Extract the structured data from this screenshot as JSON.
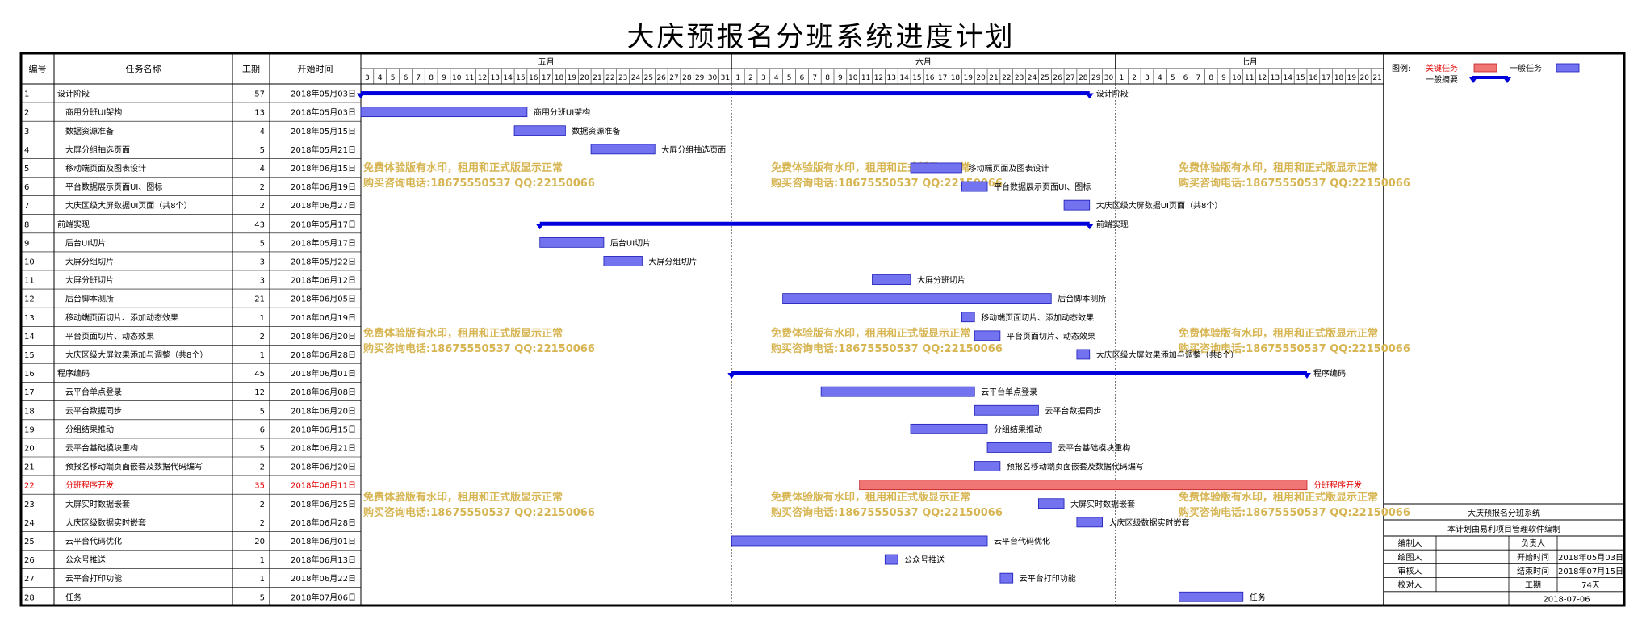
{
  "title": "大庆预报名分班系统进度计划",
  "headers": {
    "no": "编号",
    "name": "任务名称",
    "duration": "工期",
    "start": "开始时间"
  },
  "months": [
    {
      "label": "五月",
      "days": [
        "3",
        "4",
        "5",
        "6",
        "7",
        "8",
        "9",
        "10",
        "11",
        "12",
        "13",
        "14",
        "15",
        "16",
        "17",
        "18",
        "19",
        "20",
        "21",
        "22",
        "23",
        "24",
        "25",
        "26",
        "27",
        "28",
        "29",
        "30",
        "31"
      ]
    },
    {
      "label": "六月",
      "days": [
        "1",
        "2",
        "3",
        "4",
        "5",
        "6",
        "7",
        "8",
        "9",
        "10",
        "11",
        "12",
        "13",
        "14",
        "15",
        "16",
        "17",
        "18",
        "19",
        "20",
        "21",
        "22",
        "23",
        "24",
        "25",
        "26",
        "27",
        "28",
        "29",
        "30"
      ]
    },
    {
      "label": "七月",
      "days": [
        "1",
        "2",
        "3",
        "4",
        "5",
        "6",
        "7",
        "8",
        "9",
        "10",
        "11",
        "12",
        "13",
        "14",
        "15",
        "16",
        "17",
        "18",
        "19",
        "20",
        "21"
      ]
    }
  ],
  "legend": {
    "label": "图例:",
    "critical": "关键任务",
    "normal": "一般任务",
    "summary": "一般摘要"
  },
  "colors": {
    "normal": "#7373f0",
    "normal_edge": "#1b1bb5",
    "critical": "#f07575",
    "critical_edge": "#c02020",
    "summary": "#0000dd",
    "critical_text": "#e00000",
    "watermark": "#d7b552"
  },
  "watermark": {
    "line1": "免费体验版有水印，租用和正式版显示正常",
    "line2": "购买咨询电话:18675550537 QQ:22150066"
  },
  "chart_data": {
    "type": "gantt",
    "time_axis_start": "2018-05-03",
    "time_axis_end": "2018-07-21",
    "tasks": [
      {
        "no": "1",
        "name": "设计阶段",
        "duration": "57",
        "start": "2018年05月03日",
        "start_date": "2018-05-03",
        "end_date": "2018-06-29",
        "kind": "summary",
        "bar_label": "设计阶段"
      },
      {
        "no": "2",
        "name": "商用分班UI架构",
        "duration": "13",
        "start": "2018年05月03日",
        "start_date": "2018-05-03",
        "end_date": "2018-05-16",
        "kind": "normal",
        "bar_label": "商用分班UI架构"
      },
      {
        "no": "3",
        "name": "数据资源准备",
        "duration": "4",
        "start": "2018年05月15日",
        "start_date": "2018-05-15",
        "end_date": "2018-05-19",
        "kind": "normal",
        "bar_label": "数据资源准备"
      },
      {
        "no": "4",
        "name": "大屏分组抽选页面",
        "duration": "5",
        "start": "2018年05月21日",
        "start_date": "2018-05-21",
        "end_date": "2018-05-26",
        "kind": "normal",
        "bar_label": "大屏分组抽选页面"
      },
      {
        "no": "5",
        "name": "移动端页面及图表设计",
        "duration": "4",
        "start": "2018年06月15日",
        "start_date": "2018-06-15",
        "end_date": "2018-06-19",
        "kind": "normal",
        "bar_label": "移动端页面及图表设计"
      },
      {
        "no": "6",
        "name": "平台数据展示页面UI、图标",
        "duration": "2",
        "start": "2018年06月19日",
        "start_date": "2018-06-19",
        "end_date": "2018-06-21",
        "kind": "normal",
        "bar_label": "平台数据展示页面UI、图标"
      },
      {
        "no": "7",
        "name": "大庆区级大屏数据UI页面（共8个）",
        "duration": "2",
        "start": "2018年06月27日",
        "start_date": "2018-06-27",
        "end_date": "2018-06-29",
        "kind": "normal",
        "bar_label": "大庆区级大屏数据UI页面（共8个）"
      },
      {
        "no": "8",
        "name": "前端实现",
        "duration": "43",
        "start": "2018年05月17日",
        "start_date": "2018-05-17",
        "end_date": "2018-06-29",
        "kind": "summary",
        "bar_label": "前端实现"
      },
      {
        "no": "9",
        "name": "后台UI切片",
        "duration": "5",
        "start": "2018年05月17日",
        "start_date": "2018-05-17",
        "end_date": "2018-05-22",
        "kind": "normal",
        "bar_label": "后台UI切片"
      },
      {
        "no": "10",
        "name": "大屏分组切片",
        "duration": "3",
        "start": "2018年05月22日",
        "start_date": "2018-05-22",
        "end_date": "2018-05-25",
        "kind": "normal",
        "bar_label": "大屏分组切片"
      },
      {
        "no": "11",
        "name": "大屏分班切片",
        "duration": "3",
        "start": "2018年06月12日",
        "start_date": "2018-06-12",
        "end_date": "2018-06-15",
        "kind": "normal",
        "bar_label": "大屏分班切片"
      },
      {
        "no": "12",
        "name": "后台脚本测所",
        "duration": "21",
        "start": "2018年06月05日",
        "start_date": "2018-06-05",
        "end_date": "2018-06-26",
        "kind": "normal",
        "bar_label": "后台脚本测所"
      },
      {
        "no": "13",
        "name": "移动端页面切片、添加动态效果",
        "duration": "1",
        "start": "2018年06月19日",
        "start_date": "2018-06-19",
        "end_date": "2018-06-20",
        "kind": "normal",
        "bar_label": "移动端页面切片、添加动态效果"
      },
      {
        "no": "14",
        "name": "平台页面切片、动态效果",
        "duration": "2",
        "start": "2018年06月20日",
        "start_date": "2018-06-20",
        "end_date": "2018-06-22",
        "kind": "normal",
        "bar_label": "平台页面切片、动态效果"
      },
      {
        "no": "15",
        "name": "大庆区级大屏效果添加与调整（共8个）",
        "duration": "1",
        "start": "2018年06月28日",
        "start_date": "2018-06-28",
        "end_date": "2018-06-29",
        "kind": "normal",
        "bar_label": "大庆区级大屏效果添加与调整（共8个）"
      },
      {
        "no": "16",
        "name": "程序编码",
        "duration": "45",
        "start": "2018年06月01日",
        "start_date": "2018-06-01",
        "end_date": "2018-07-16",
        "kind": "summary",
        "bar_label": "程序编码"
      },
      {
        "no": "17",
        "name": "云平台单点登录",
        "duration": "12",
        "start": "2018年06月08日",
        "start_date": "2018-06-08",
        "end_date": "2018-06-20",
        "kind": "normal",
        "bar_label": "云平台单点登录"
      },
      {
        "no": "18",
        "name": "云平台数据同步",
        "duration": "5",
        "start": "2018年06月20日",
        "start_date": "2018-06-20",
        "end_date": "2018-06-25",
        "kind": "normal",
        "bar_label": "云平台数据同步"
      },
      {
        "no": "19",
        "name": "分组结果推动",
        "duration": "6",
        "start": "2018年06月15日",
        "start_date": "2018-06-15",
        "end_date": "2018-06-21",
        "kind": "normal",
        "bar_label": "分组结果推动"
      },
      {
        "no": "20",
        "name": "云平台基础模块重构",
        "duration": "5",
        "start": "2018年06月21日",
        "start_date": "2018-06-21",
        "end_date": "2018-06-26",
        "kind": "normal",
        "bar_label": "云平台基础模块重构"
      },
      {
        "no": "21",
        "name": "预报名移动端页面嵌套及数据代码编写",
        "duration": "2",
        "start": "2018年06月20日",
        "start_date": "2018-06-20",
        "end_date": "2018-06-22",
        "kind": "normal",
        "bar_label": "预报名移动端页面嵌套及数据代码编写"
      },
      {
        "no": "22",
        "name": "分班程序开发",
        "duration": "35",
        "start": "2018年06月11日",
        "start_date": "2018-06-11",
        "end_date": "2018-07-16",
        "kind": "critical",
        "bar_label": "分班程序开发"
      },
      {
        "no": "23",
        "name": "大屏实时数据嵌套",
        "duration": "2",
        "start": "2018年06月25日",
        "start_date": "2018-06-25",
        "end_date": "2018-06-27",
        "kind": "normal",
        "bar_label": "大屏实时数据嵌套"
      },
      {
        "no": "24",
        "name": "大庆区级数据实时嵌套",
        "duration": "2",
        "start": "2018年06月28日",
        "start_date": "2018-06-28",
        "end_date": "2018-06-30",
        "kind": "normal",
        "bar_label": "大庆区级数据实时嵌套"
      },
      {
        "no": "25",
        "name": "云平台代码优化",
        "duration": "20",
        "start": "2018年06月01日",
        "start_date": "2018-06-01",
        "end_date": "2018-06-21",
        "kind": "normal",
        "bar_label": "云平台代码优化"
      },
      {
        "no": "26",
        "name": "公众号推送",
        "duration": "1",
        "start": "2018年06月13日",
        "start_date": "2018-06-13",
        "end_date": "2018-06-14",
        "kind": "normal",
        "bar_label": "公众号推送"
      },
      {
        "no": "27",
        "name": "云平台打印功能",
        "duration": "1",
        "start": "2018年06月22日",
        "start_date": "2018-06-22",
        "end_date": "2018-06-23",
        "kind": "normal",
        "bar_label": "云平台打印功能"
      },
      {
        "no": "28",
        "name": "任务",
        "duration": "5",
        "start": "2018年07月06日",
        "start_date": "2018-07-06",
        "end_date": "2018-07-11",
        "kind": "normal",
        "bar_label": "任务"
      }
    ]
  },
  "info_box": {
    "project": "大庆预报名分班系统",
    "made_by": "本计划由易利项目管理软件编制",
    "rows": [
      [
        "编制人",
        "",
        "负责人",
        ""
      ],
      [
        "绘图人",
        "",
        "开始时间",
        "2018年05月03日"
      ],
      [
        "审核人",
        "",
        "结束时间",
        "2018年07月15日"
      ],
      [
        "校对人",
        "",
        "工期",
        "74天"
      ],
      [
        "",
        "",
        "2018-07-06",
        ""
      ]
    ]
  }
}
